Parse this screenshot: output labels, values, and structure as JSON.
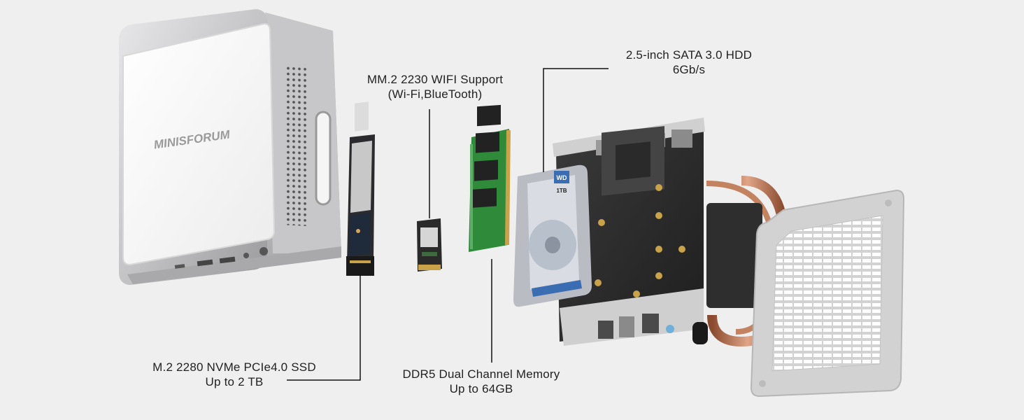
{
  "brand": {
    "logo_text": "MINISFORUM"
  },
  "drive": {
    "brand_text": "WD",
    "capacity_text": "1TB"
  },
  "callouts": {
    "ssd": {
      "line1": "M.2 2280 NVMe PCIe4.0 SSD",
      "line2": "Up to 2 TB"
    },
    "wifi": {
      "line1": "MM.2 2230 WIFI Support",
      "line2": "(Wi-Fi,BlueTooth)"
    },
    "ram": {
      "line1": "DDR5 Dual Channel Memory",
      "line2": "Up to 64GB"
    },
    "hdd": {
      "line1": "2.5-inch SATA 3.0 HDD",
      "line2": "6Gb/s"
    }
  },
  "colors": {
    "background": "#efefef",
    "chassis": "#c9c9cb",
    "pcb_green": "#2f8a3a",
    "board_dark": "#2b2b2b",
    "hdd_blue": "#3b6db3",
    "heatpipe_copper": "#b9714e",
    "bracket_gray": "#cfcfcf"
  }
}
